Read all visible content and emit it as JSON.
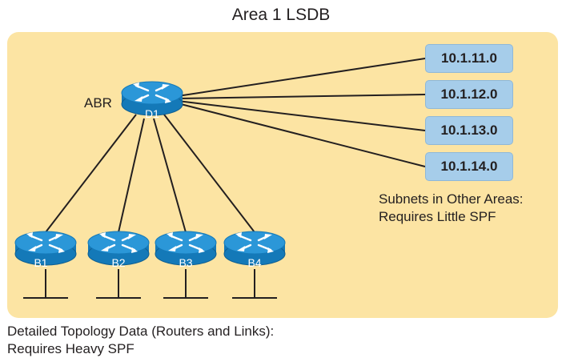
{
  "title": "Area 1 LSDB",
  "abr_label": "ABR",
  "routers": {
    "d1": "D1",
    "b1": "B1",
    "b2": "B2",
    "b3": "B3",
    "b4": "B4"
  },
  "subnets": [
    "10.1.11.0",
    "10.1.12.0",
    "10.1.13.0",
    "10.1.14.0"
  ],
  "subnets_note": {
    "line1": "Subnets in Other Areas:",
    "line2": "Requires Little SPF"
  },
  "topology_note": {
    "line1": "Detailed Topology Data (Routers and Links):",
    "line2": "Requires Heavy SPF"
  },
  "colors": {
    "area_fill": "#fce4a3",
    "subnet_fill": "#a6cdea",
    "router_fill": "#1d8fd0"
  },
  "icons": {
    "router": "router-icon"
  }
}
